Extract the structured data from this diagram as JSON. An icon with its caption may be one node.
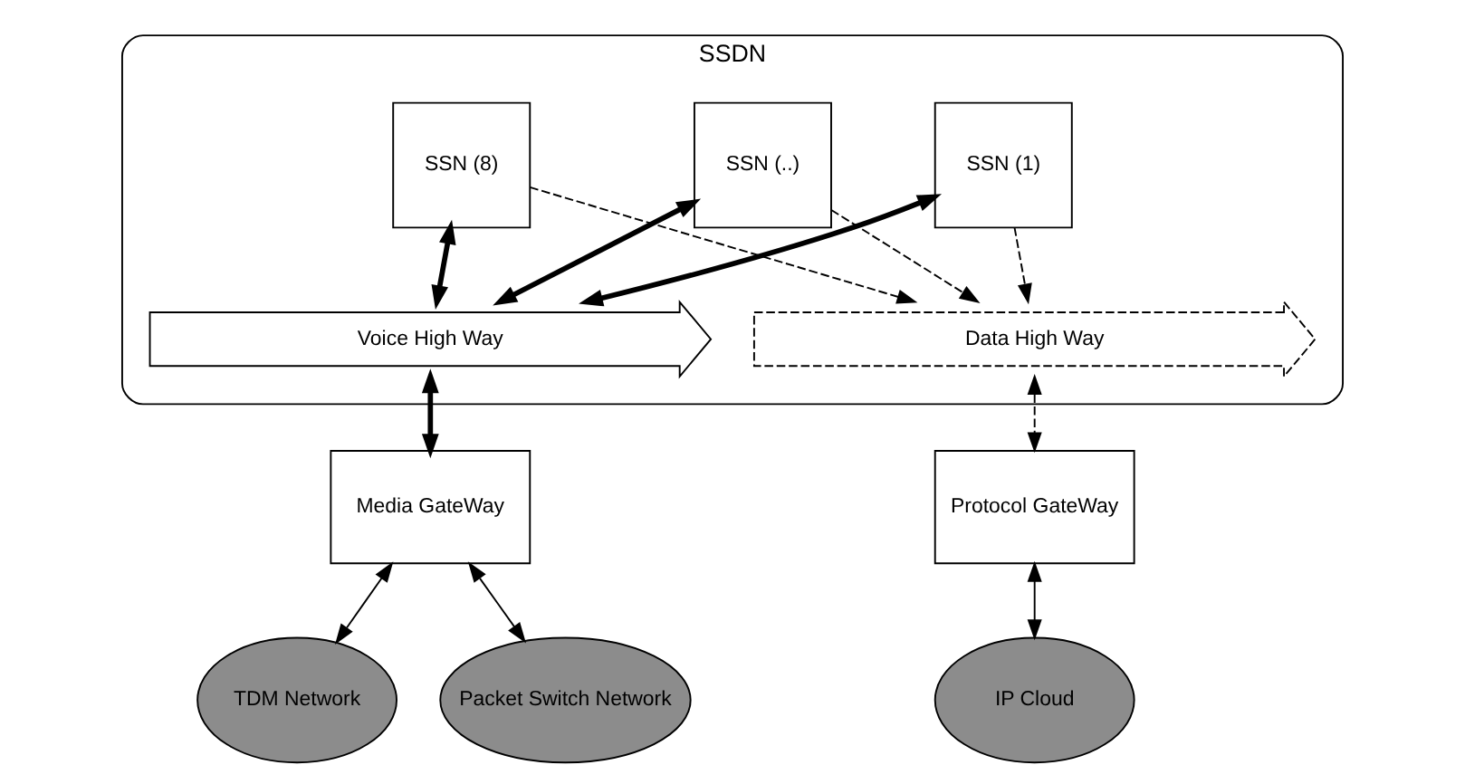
{
  "diagram": {
    "nodes": [
      {
        "text": [
          "SSDN"
        ]
      },
      {
        "text": [
          "SSN (1)"
        ],
        "in": 0
      },
      {
        "text": [
          "SSN (..)"
        ],
        "in": 0
      },
      {
        "text": [
          "SSN (8)"
        ],
        "in": 0
      },
      {
        "text": [
          "Voice High Way"
        ],
        "in": 0
      },
      {
        "text": [
          "Data High Way"
        ],
        "in": 0
      },
      {
        "text": [
          "Media GateWay"
        ]
      },
      {
        "text": [
          "Protocol GateWay"
        ]
      },
      {
        "text": [
          "TDM Network"
        ]
      },
      {
        "text": [
          "Packet Switch Network"
        ]
      },
      {
        "text": [
          "IP Cloud"
        ]
      }
    ],
    "edges": [
      {
        "from": 1,
        "to": 4,
        "arrow": "both",
        "style": "thick"
      },
      {
        "from": 2,
        "to": 4,
        "arrow": "both",
        "style": "thick"
      },
      {
        "from": 3,
        "to": 4,
        "arrow": "both",
        "style": "thick"
      },
      {
        "from": 1,
        "to": 5,
        "arrow": "to",
        "style": "dashed"
      },
      {
        "from": 2,
        "to": 5,
        "arrow": "to",
        "style": "dashed"
      },
      {
        "from": 3,
        "to": 5,
        "arrow": "to",
        "style": "dashed"
      },
      {
        "from": 4,
        "to": 6,
        "arrow": "both",
        "style": "thick"
      },
      {
        "from": 5,
        "to": 7,
        "arrow": "both",
        "style": "dashed"
      },
      {
        "from": 6,
        "to": 8,
        "arrow": "both"
      },
      {
        "from": 6,
        "to": 9,
        "arrow": "both"
      },
      {
        "from": 7,
        "to": 10,
        "arrow": "both"
      }
    ]
  }
}
